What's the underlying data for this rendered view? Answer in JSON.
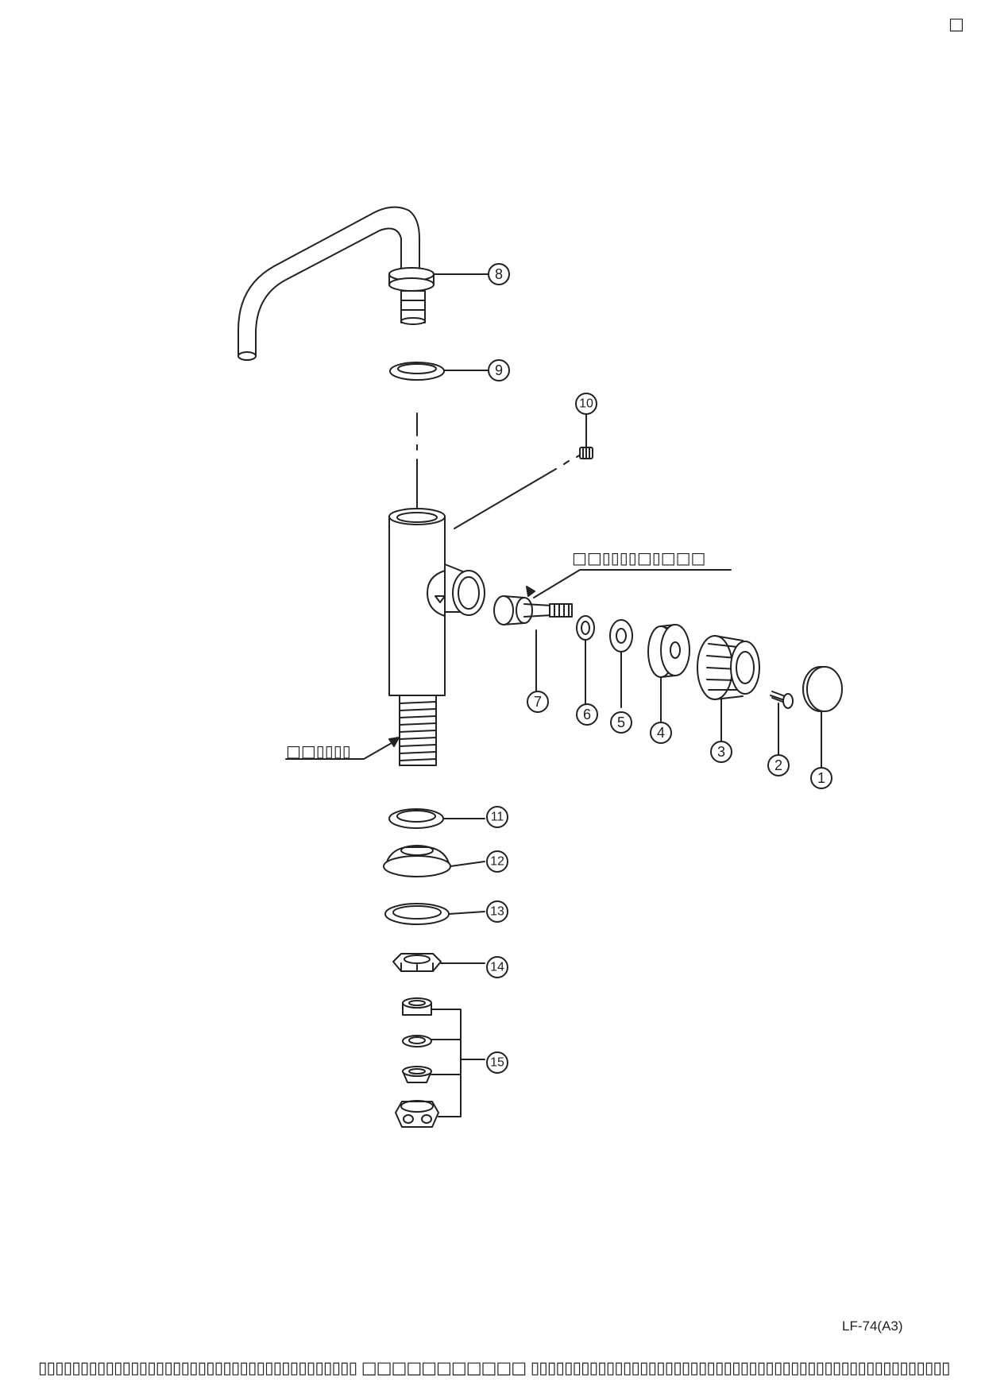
{
  "corner_mark": "□",
  "model_code": "LF-74(A3)",
  "footer_text": "▯▯▯▯▯▯▯▯▯▯▯▯▯▯▯▯▯▯▯▯▯▯▯▯▯▯▯▯▯▯▯▯▯▯▯▯▯▯ □□□□□□□□□□□ ▯▯▯▯▯▯▯▯▯▯▯▯▯▯▯▯▯▯▯▯▯▯▯▯▯▯▯▯▯▯▯▯▯▯▯▯▯▯▯▯▯▯▯▯▯▯▯▯▯▯",
  "labels": {
    "cartridge": "□□▯▯▯▯□▯□□□",
    "thread": "□□▯▯▯▯"
  },
  "callouts": [
    "1",
    "2",
    "3",
    "4",
    "5",
    "6",
    "7",
    "8",
    "9",
    "10",
    "11",
    "12",
    "13",
    "14",
    "15"
  ],
  "colors": {
    "line": "#222222",
    "fill": "#ffffff"
  }
}
